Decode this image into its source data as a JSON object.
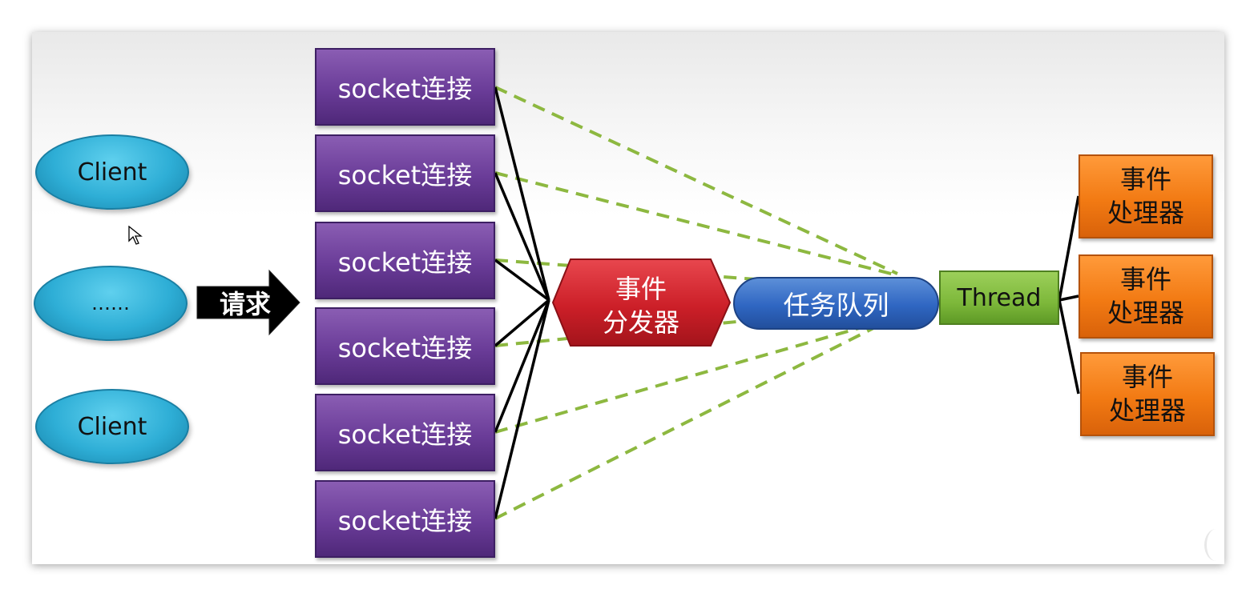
{
  "clients": [
    "Client",
    "……",
    "Client"
  ],
  "request_label": "请求",
  "sockets": [
    "socket连接",
    "socket连接",
    "socket连接",
    "socket连接",
    "socket连接",
    "socket连接"
  ],
  "dispatcher": {
    "line1": "事件",
    "line2": "分发器"
  },
  "queue": "任务队列",
  "thread": "Thread",
  "handlers": [
    {
      "line1": "事件",
      "line2": "处理器"
    },
    {
      "line1": "事件",
      "line2": "处理器"
    },
    {
      "line1": "事件",
      "line2": "处理器"
    }
  ],
  "colors": {
    "client": "#2eaed6",
    "socket": "#6a3c98",
    "dispatcher": "#d0232b",
    "queue": "#2f66c2",
    "thread": "#7db83a",
    "handler": "#f27a13",
    "dashed_line": "#8db840",
    "solid_line": "#000000"
  }
}
